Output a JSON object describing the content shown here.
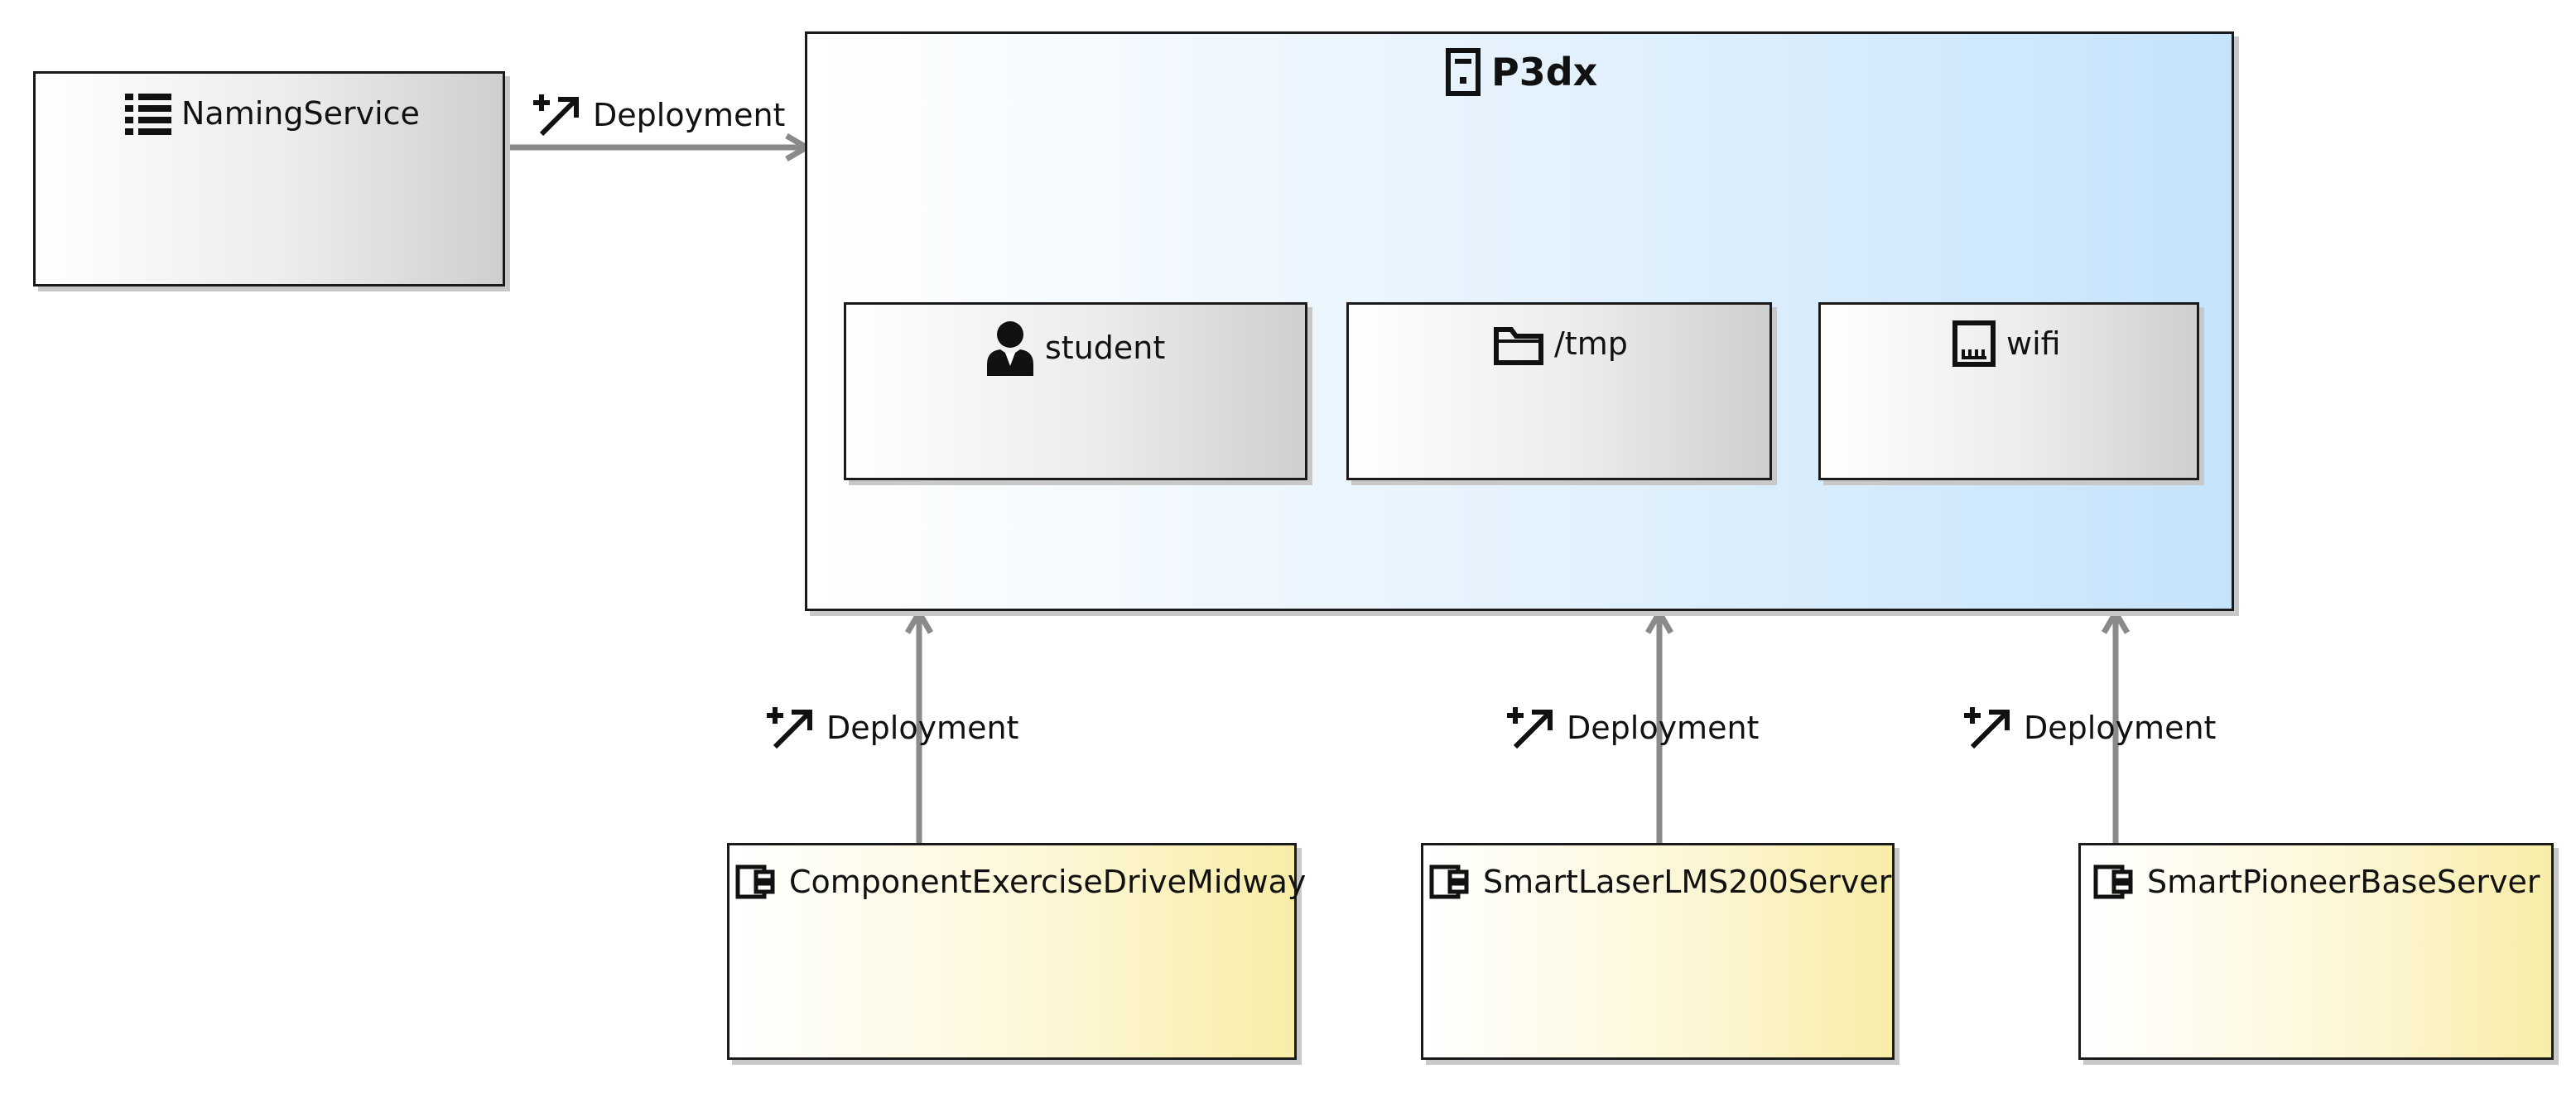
{
  "nodes": {
    "naming_service": {
      "label": "NamingService",
      "icon": "list-icon"
    },
    "p3dx": {
      "label": "P3dx",
      "icon": "server-icon"
    },
    "student": {
      "label": "student",
      "icon": "user-icon"
    },
    "tmp": {
      "label": "/tmp",
      "icon": "folder-icon"
    },
    "wifi": {
      "label": "wifi",
      "icon": "network-port-icon"
    },
    "component_exercise": {
      "label": "ComponentExerciseDriveMidway",
      "icon": "component-icon"
    },
    "smart_laser": {
      "label": "SmartLaserLMS200Server",
      "icon": "component-icon"
    },
    "smart_pioneer": {
      "label": "SmartPioneerBaseServer",
      "icon": "component-icon"
    }
  },
  "edges": [
    {
      "from": "naming_service",
      "to": "p3dx",
      "label": "Deployment",
      "icon": "deployment-icon"
    },
    {
      "from": "component_exercise",
      "to": "p3dx",
      "label": "Deployment",
      "icon": "deployment-icon"
    },
    {
      "from": "smart_laser",
      "to": "p3dx",
      "label": "Deployment",
      "icon": "deployment-icon"
    },
    {
      "from": "smart_pioneer",
      "to": "p3dx",
      "label": "Deployment",
      "icon": "deployment-icon"
    }
  ],
  "colors": {
    "stroke": "#1a1a1a",
    "edge": "#8a8a8a",
    "node_gray_end": "#cfcfcf",
    "node_blue_end": "#c5e3fb",
    "node_yellow_end": "#f8eda7"
  }
}
